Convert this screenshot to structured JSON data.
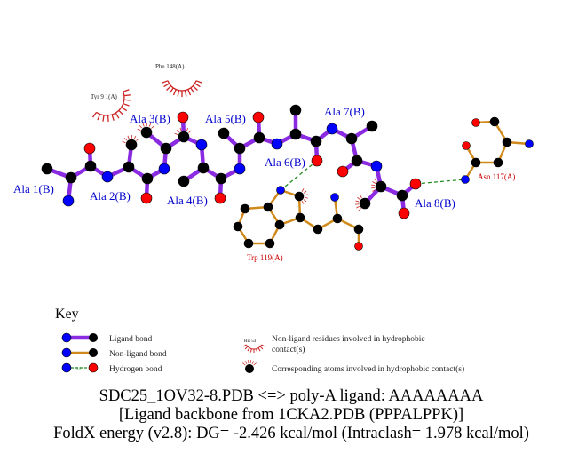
{
  "colors": {
    "ligand_bond": "#8a2be2",
    "nonligand_bond": "#d08a1c",
    "hbond": "#228b22",
    "carbon": "#000000",
    "nitrogen": "#0000ff",
    "oxygen": "#ff0000",
    "ligand_label": "#0000cc",
    "residue_label": "#cc0000",
    "hydrophobic": "#cc2222"
  },
  "ligand_residues": [
    "Ala 1(B)",
    "Ala 2(B)",
    "Ala 3(B)",
    "Ala 4(B)",
    "Ala 5(B)",
    "Ala 6(B)",
    "Ala 7(B)",
    "Ala 8(B)"
  ],
  "contact_residues": [
    "Asn 117(A)",
    "Trp 119(A)"
  ],
  "hydrophobic_residues": [
    "Phe 148(A)",
    "Tyr 9 1(A)"
  ],
  "key": {
    "title": "Key",
    "ligand_bond": "Ligand bond",
    "nonligand_bond": "Non-ligand bond",
    "hydrogen_bond": "Hydrogen bond",
    "hbond_length_sample": "3.0",
    "hydrophobic_residue_sample": "His 53",
    "hydrophobic_residues_line1": "Non-ligand residues involved in hydrophobic",
    "hydrophobic_residues_line2": "contact(s)",
    "hydrophobic_atoms": "Corresponding atoms involved in hydrophobic contact(s)"
  },
  "caption": {
    "line1": "SDC25_1OV32-8.PDB <=> poly-A ligand: AAAAAAAA",
    "line2": "[Ligand backbone from 1CKA2.PDB (PPPALPPK)]",
    "line3": "FoldX energy (v2.8): DG= -2.426 kcal/mol (Intraclash= 1.978 kcal/mol)"
  }
}
